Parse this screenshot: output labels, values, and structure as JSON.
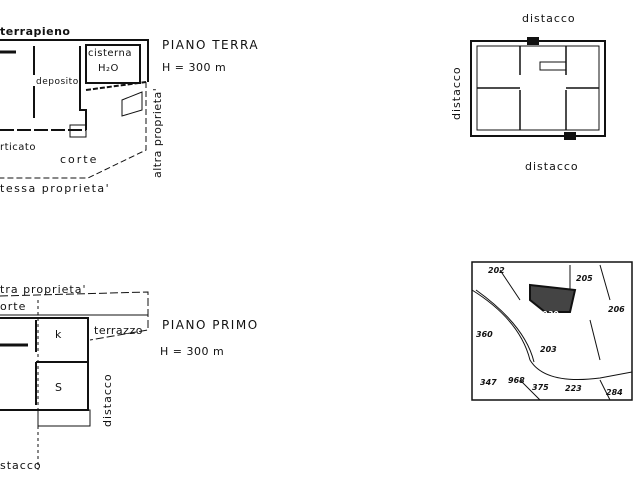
{
  "ground_floor": {
    "title": "PIANO TERRA",
    "height": "H = 300 m",
    "labels": {
      "terrapieno": "terrapieno",
      "cisterna": "cisterna",
      "h2o": "H₂O",
      "deposito": "deposito",
      "porticato": "rticato",
      "corte": "corte",
      "stessa_proprieta": "tessa proprieta'",
      "altra_proprieta": "altra proprieta'"
    }
  },
  "first_floor": {
    "title": "PIANO PRIMO",
    "height": "H = 300 m",
    "labels": {
      "altra_proprieta": "tra proprieta'",
      "corte": "orte",
      "kitchen": "k",
      "terrazzo": "terrazzo",
      "bathroom": "S",
      "distacco_side": "distacco",
      "distacco_bottom": "stacco"
    }
  },
  "roof_plan": {
    "top": "distacco",
    "left": "distacco",
    "bottom": "distacco"
  },
  "cadastral_map": {
    "parcels": [
      "202",
      "205",
      "206",
      "939",
      "360",
      "203",
      "347",
      "968",
      "375",
      "223",
      "284"
    ]
  }
}
